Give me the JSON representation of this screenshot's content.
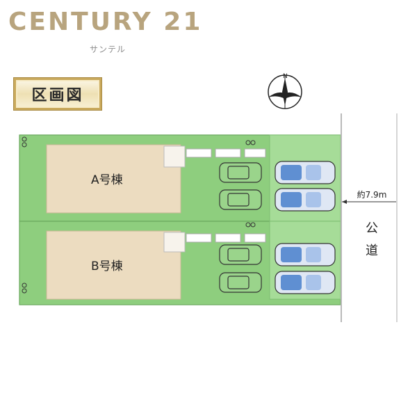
{
  "header": {
    "brand": "CENTURY 21",
    "brand_sub": "サンテル",
    "brand_color": "#b8a47e"
  },
  "badge": {
    "title": "区画図"
  },
  "compass": {
    "north_label": "N",
    "icon": "compass-icon"
  },
  "lots": [
    {
      "label": "A号棟"
    },
    {
      "label": "B号棟"
    }
  ],
  "road": {
    "label": "公道",
    "width_label": "約7.9m"
  },
  "colors": {
    "lot_green": "#8ece7e",
    "parking_green": "#a6dc98",
    "building_fill": "#ecdcc0",
    "road_line": "#555555"
  }
}
